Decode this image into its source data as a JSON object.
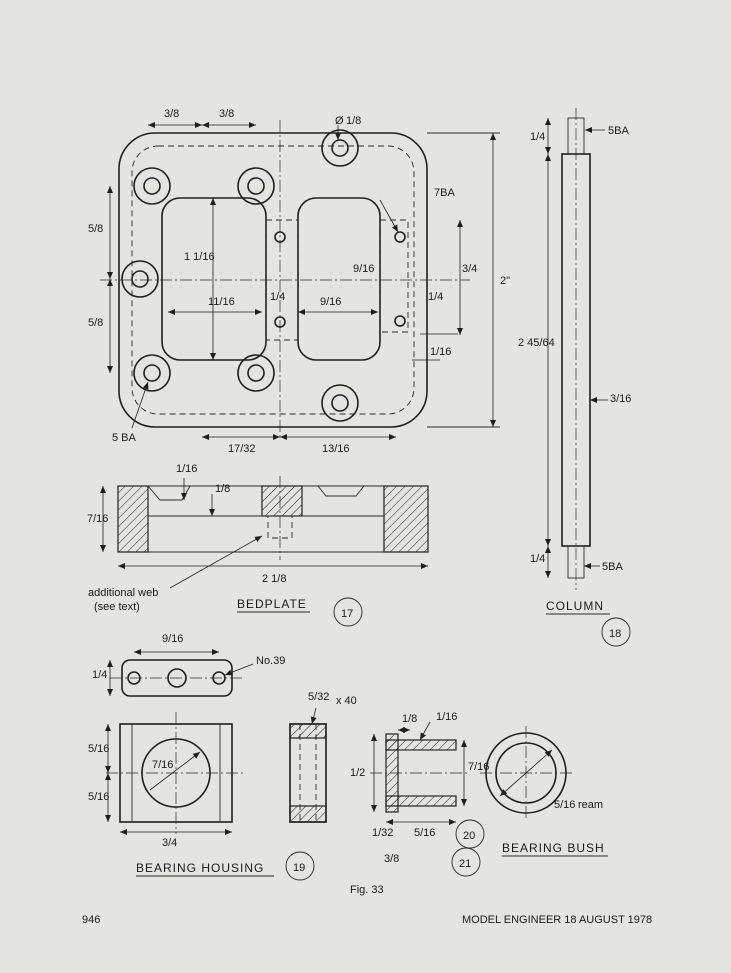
{
  "figure": {
    "label": "Fig. 33"
  },
  "footer": {
    "page_number": "946",
    "magazine": "MODEL ENGINEER 18 AUGUST 1978"
  },
  "views": {
    "bedplate": {
      "title": "BEDPLATE",
      "number": "17"
    },
    "column": {
      "title": "COLUMN",
      "number": "18"
    },
    "bearing_housing": {
      "title": "BEARING HOUSING",
      "number": "19"
    },
    "bearing_bush": {
      "title": "BEARING BUSH",
      "number_a": "20",
      "number_b": "21"
    }
  },
  "notes": {
    "ba5": "5 BA",
    "ba7": "7BA",
    "col_top": "5BA",
    "col_bot": "5BA",
    "web_line1": "additional web",
    "web_line2": "(see text)",
    "no39": "No.39",
    "x40": "x 40",
    "ream": "ream",
    "dia": "Ø"
  },
  "dims": {
    "three_eighths": "3/8",
    "five_eighths": "5/8",
    "one_eighth_dia": "1/8",
    "one_sixteenth": "1/16",
    "one_and_one_sixteenth": "1 1/16",
    "eleven_sixteenths": "11/16",
    "one_quarter": "1/4",
    "nine_sixteenths": "9/16",
    "three_quarters": "3/4",
    "two_inch": "2\"",
    "seventeen_32": "17/32",
    "thirteen_16": "13/16",
    "seven_16": "7/16",
    "two_and_one_eighth": "2 1/8",
    "two_45_64": "2 45/64",
    "three_16": "3/16",
    "five_16": "5/16",
    "five_32": "5/32",
    "one_half": "1/2",
    "one_32": "1/32"
  }
}
